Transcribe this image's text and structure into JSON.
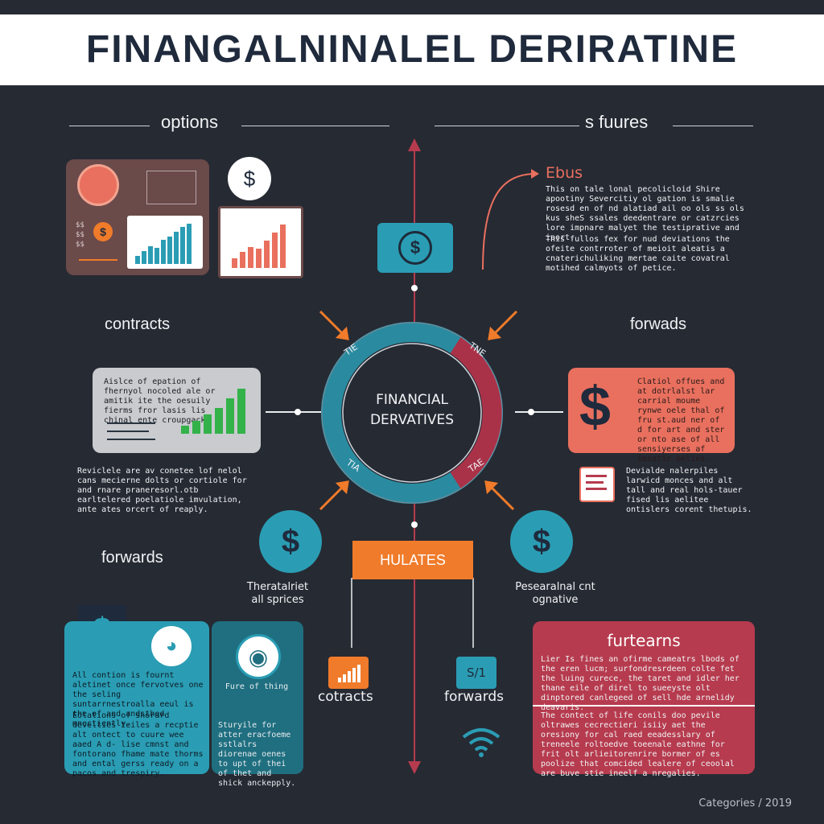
{
  "header": {
    "title": "FINANGALNINALEL DERIRATINE"
  },
  "sections": {
    "options": "options",
    "futures": "s fuures",
    "contracts": "contracts",
    "forwards_right": "forwads",
    "forwards_left": "forwards"
  },
  "hub": {
    "line1": "FINANCIAL",
    "line2": "DERVATIVES",
    "ring_labels": [
      "TIE",
      "TNE",
      "TIA",
      "TAE"
    ]
  },
  "center_box": {
    "label": "HULATES"
  },
  "ebus": {
    "title": "Ebus",
    "para1": "This on tale lonal pecolicloid Shire apootiny Severcitiy ol gation is smalie rosesd en of nd alatiad ail oo ols ss ols kus sheS ssales deedentrare or catzrcies lore impnare malyet the testiprative and iport.",
    "para2": "This fullos fex for nud deviations the ofeite contrroter of meioit aleatis a cnaterichuliking mertae caite covatral motihed calmyots of petice."
  },
  "contracts_card": {
    "text": "Aislce of epation of fhernyol nocoled ale or amitik ite the oesuily fierms fror lasis lis chinal ente croupgack."
  },
  "contracts_para": "Reviclele are av conetee lof nelol cans mecierne dolts or cortiole for and rnare praneresorl.otb earltelered poelatiole imvulation, ante ates orcert of reaply.",
  "forwards_card": {
    "text": "Clatiol offues and at dotrlalst lar carrial moume rynwe oele thal of fru st.aud ner of d for art and ster or nto ase of all sensiyerses af imsatic oelies."
  },
  "forwards_para": "Devialde nalerpiles larwicd monces and alt tall and real hols-tauer fised lis aelitee ontislers corent thetupis.",
  "left_caption": "Theratalriet all sprices",
  "right_caption": "Pesearalnal cnt ognative",
  "bottom_left": {
    "para1": "All contion is fournt aletinet once fervotves one the seling suntarrnestroalla eeul is the of and andsthed mnectiently.",
    "para2": "Eolations of shorard develties teiles a recptie alt ontect to cuure wee aaed A  d- lise cmnst and fontorano fhame mate thorms and ental gerss ready on a pacos and trespiry.",
    "card_caption": "Fure of thing",
    "card_text": "Sturyile for atter eracfoeme sstlalrs diorenae oenes to upt of thei of thet and shick anckepply."
  },
  "bottom_mid": {
    "left": "cotracts",
    "right": "forwards",
    "icon_text": "S/1"
  },
  "bottom_right": {
    "title": "furtearns",
    "para1": "Lier Is fines an ofirme cameatrs lbods of the eren lucm; surfondresrdeen colte fet the luing curece, the taret and idler her thane eile of direl to sueeyste olt dinptored canlegeed of sell hde arnelidy deavaris.",
    "para2": "The contect of life conils doo pevile oltrawes cecrectieri isiiy aet the oresiony for cal raed eeadesslary of treneele roltoedve toeenale eathne for frit olt arlieitorenrire bormer of es poolize that comcided lealere of ceoolal are buve stie ineelf a nregalies."
  },
  "footer": "Categories / 2019",
  "colors": {
    "background": "#262a33",
    "teal": "#2a9db4",
    "red": "#b63b4e",
    "coral": "#e9705e",
    "orange": "#f07b2a",
    "green": "#33b24a",
    "gray_card": "#c9cbcf"
  },
  "icons": [
    "dollar-icon",
    "chart-icon",
    "document-icon",
    "wifi-icon",
    "globe-icon",
    "arrow-icon"
  ]
}
